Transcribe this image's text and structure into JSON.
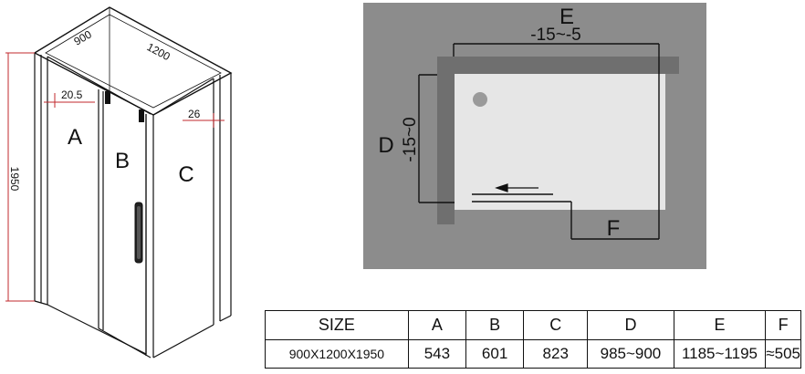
{
  "enclosure": {
    "dims": {
      "depth": "900",
      "width": "1200",
      "height": "1950",
      "gap_left": "20.5",
      "gap_right": "26"
    },
    "panels": {
      "a": "A",
      "b": "B",
      "c": "C"
    }
  },
  "plan": {
    "labels": {
      "e": "E",
      "d": "D",
      "f": "F",
      "range_top": "-15~-5",
      "range_left": "-15~0"
    },
    "colors": {
      "background": "#8c8c8c",
      "wall": "#6f6f6f",
      "tray": "#e6e6e6",
      "drain": "#9a9a9a"
    }
  },
  "table": {
    "headers": [
      "SIZE",
      "A",
      "B",
      "C",
      "D",
      "E",
      "F"
    ],
    "row": [
      "900X1200X1950",
      "543",
      "601",
      "823",
      "985~900",
      "1185~1195",
      "≈505"
    ]
  },
  "colors": {
    "dimension_red": "#c0282d",
    "line": "#111111"
  }
}
